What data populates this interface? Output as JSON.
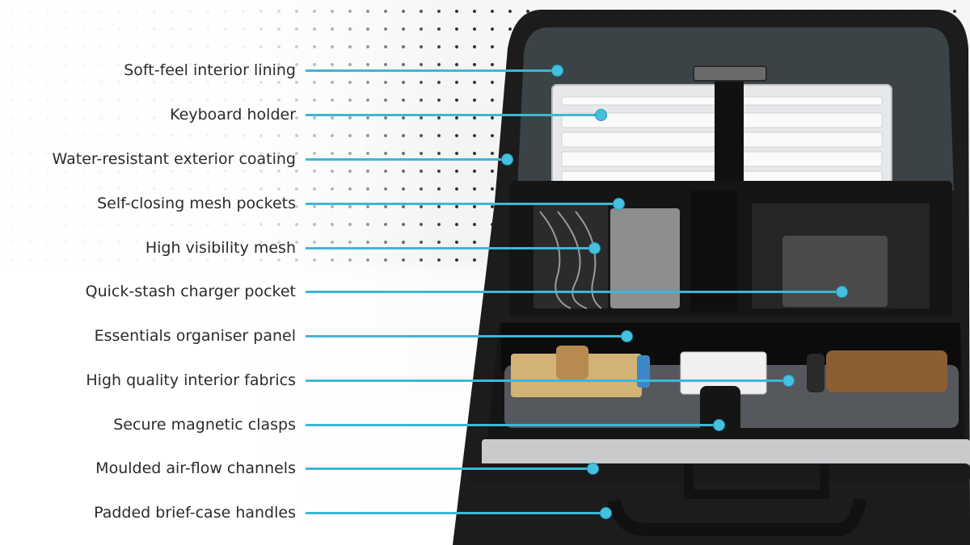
{
  "features": [
    {
      "label": "Soft-feel interior lining"
    },
    {
      "label": "Keyboard holder"
    },
    {
      "label": "Water-resistant exterior coating"
    },
    {
      "label": "Self-closing mesh pockets"
    },
    {
      "label": "High visibility mesh"
    },
    {
      "label": "Quick-stash charger pocket"
    },
    {
      "label": "Essentials organiser panel"
    },
    {
      "label": "High quality interior fabrics"
    },
    {
      "label": "Secure magnetic clasps"
    },
    {
      "label": "Moulded air-flow channels"
    },
    {
      "label": "Padded brief-case handles"
    }
  ],
  "colors": {
    "leader_line": "#3db7d6",
    "bag_shell": "#1c1c1c",
    "interior_lining": "#3b4347"
  },
  "icons": [
    "pegboard-background",
    "organiser-case-illustration"
  ]
}
